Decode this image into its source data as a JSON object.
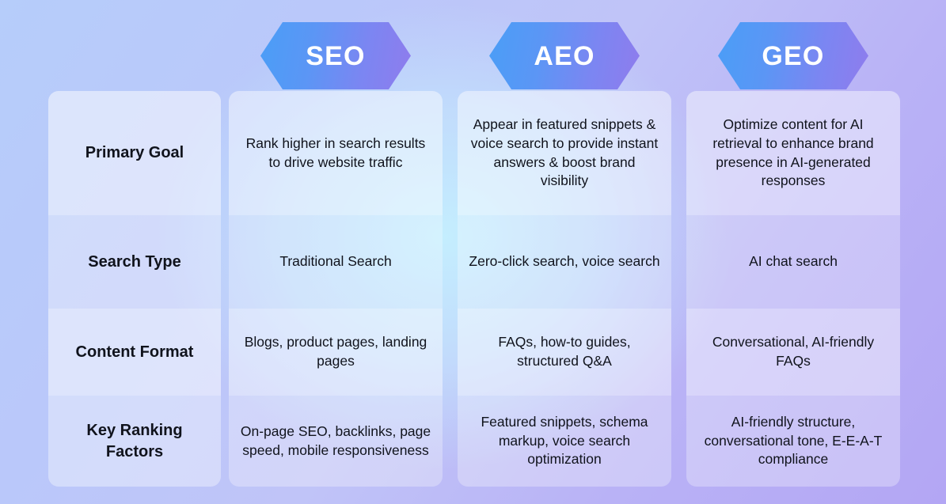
{
  "infographic": {
    "columns": [
      {
        "id": "seo",
        "title": "SEO"
      },
      {
        "id": "aeo",
        "title": "AEO"
      },
      {
        "id": "geo",
        "title": "GEO"
      }
    ],
    "row_labels": [
      "Primary Goal",
      "Search Type",
      "Content\nFormat",
      "Key Ranking\nFactors"
    ],
    "rows": [
      {
        "label": "Primary Goal",
        "seo": "Rank higher in search results to drive website traffic",
        "aeo": "Appear in featured snippets & voice search to provide instant answers & boost brand visibility",
        "geo": "Optimize content for AI retrieval to enhance brand presence in AI-generated responses"
      },
      {
        "label": "Search Type",
        "seo": "Traditional Search",
        "aeo": "Zero-click search, voice search",
        "geo": "AI chat search"
      },
      {
        "label": "Content Format",
        "seo": "Blogs, product pages, landing pages",
        "aeo": "FAQs, how-to guides, structured Q&A",
        "geo": "Conversational, AI-friendly FAQs"
      },
      {
        "label": "Key Ranking Factors",
        "seo": "On-page SEO, backlinks, page speed, mobile responsiveness",
        "aeo": "Featured snippets, schema markup, voice search optimization",
        "geo": "AI-friendly structure, conversational tone, E-E-A-T compliance"
      }
    ],
    "colors": {
      "hex_gradient_start": "#4a9ef7",
      "hex_gradient_end": "#8f7ced",
      "hex_label_text": "#ffffff",
      "body_text": "#10131c",
      "background_start": "#b6cdfa",
      "background_end": "#b3a6f4",
      "background_glow": "#c4f0ff"
    }
  }
}
